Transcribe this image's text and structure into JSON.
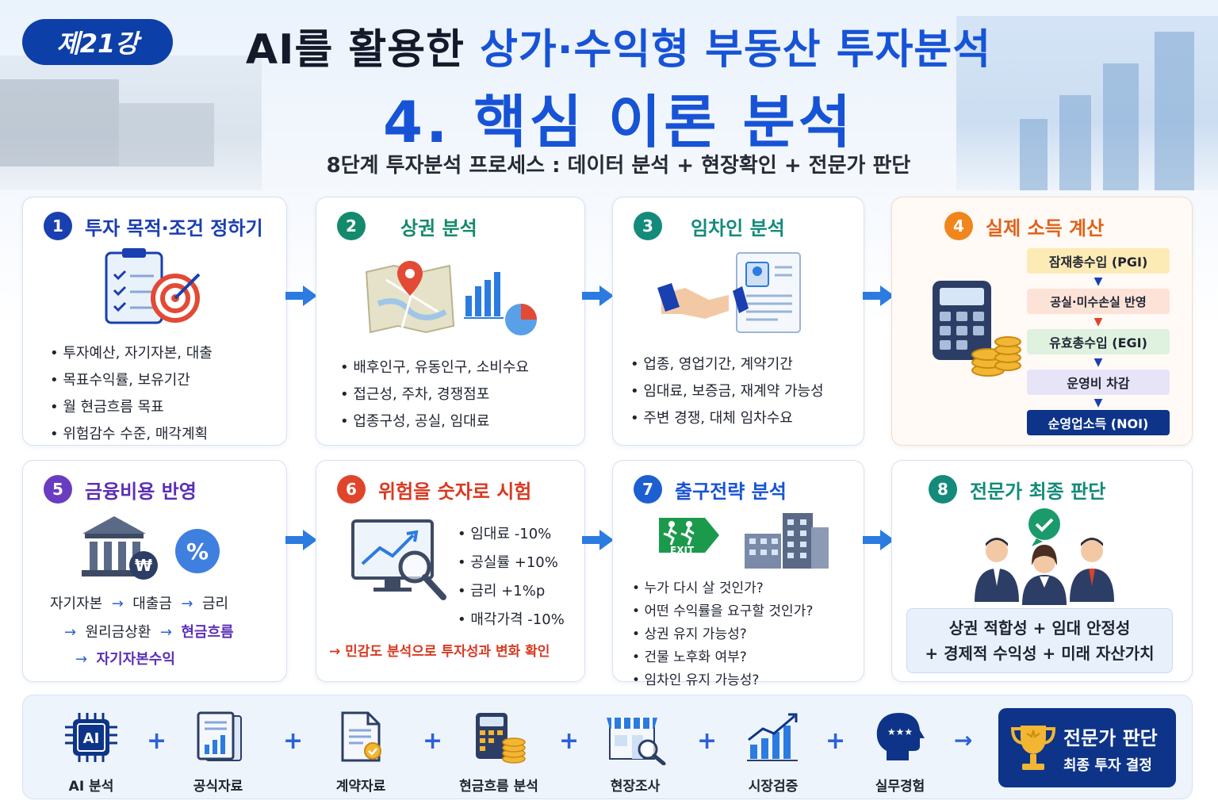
{
  "header": {
    "badge": "제21강",
    "title_part1": "AI를 활용한 ",
    "title_part2": "상가·수익형 부동산 투자분석",
    "title_main": "4. 핵심 이론 분석",
    "subtitle": "8단계 투자분석 프로세스 : 데이터 분석 + 현장확인 + 전문가 판단"
  },
  "colors": {
    "brand_blue": "#1753d6",
    "navy": "#0d3fa8",
    "step1": "#1a3fb0",
    "step2": "#138a6b",
    "step3": "#138a7a",
    "step4": "#f0861c",
    "step5": "#6a3cc0",
    "step6": "#e0452c",
    "step7": "#1c5fd0",
    "step8": "#138a7a"
  },
  "steps": [
    {
      "num": "1",
      "title": "투자 목적·조건 정하기",
      "icon": "clipboard-target-icon",
      "bullets": [
        "투자예산, 자기자본, 대출",
        "목표수익률, 보유기간",
        "월 현금흐름 목표",
        "위험감수 수준, 매각계획"
      ]
    },
    {
      "num": "2",
      "title": "상권 분석",
      "icon": "map-chart-icon",
      "bullets": [
        "배후인구, 유동인구, 소비수요",
        "접근성, 주차, 경쟁점포",
        "업종구성, 공실, 임대료"
      ]
    },
    {
      "num": "3",
      "title": "임차인 분석",
      "icon": "handshake-document-icon",
      "bullets": [
        "업종, 영업기간, 계약기간",
        "임대료, 보증금, 재계약 가능성",
        "주변 경쟁, 대체 임차수요"
      ]
    },
    {
      "num": "4",
      "title": "실제 소득 계산",
      "icon": "calculator-coins-icon",
      "flow": [
        "잠재총수입 (PGI)",
        "공실·미수손실 반영",
        "유효총수입 (EGI)",
        "운영비 차감",
        "순영업소득 (NOI)"
      ]
    },
    {
      "num": "5",
      "title": "금융비용 반영",
      "icon": "bank-percent-icon",
      "line1_a": "자기자본",
      "line1_b": "대출금",
      "line1_c": "금리",
      "line2_a": "원리금상환",
      "line2_b": "현금흐름",
      "line3_a": "자기자본수익",
      "arrow": "→"
    },
    {
      "num": "6",
      "title": "위험을 숫자로 시험",
      "icon": "monitor-magnifier-icon",
      "bullets": [
        "임대료 -10%",
        "공실률 +10%",
        "금리 +1%p",
        "매각가격 -10%"
      ],
      "note": "→ 민감도 분석으로 투자성과 변화 확인"
    },
    {
      "num": "7",
      "title": "출구전략 분석",
      "icon": "exit-sign-building-icon",
      "exit_label": "EXIT",
      "bullets": [
        "누가 다시 살 것인가?",
        "어떤 수익률을 요구할 것인가?",
        "상권 유지 가능성?",
        "건물 노후화 여부?",
        "임차인 유지 가능성?"
      ]
    },
    {
      "num": "8",
      "title": "전문가 최종 판단",
      "icon": "experts-check-icon",
      "summary_line1": "상권 적합성 + 임대 안정성",
      "summary_line2": "+ 경제적 수익성 + 미래 자산가치"
    }
  ],
  "footer": {
    "items": [
      {
        "label": "AI 분석",
        "icon": "ai-chip-icon"
      },
      {
        "label": "공식자료",
        "icon": "report-chart-icon"
      },
      {
        "label": "계약자료",
        "icon": "contract-document-icon"
      },
      {
        "label": "현금흐름 분석",
        "icon": "calculator-coins-icon"
      },
      {
        "label": "현장조사",
        "icon": "store-magnifier-icon"
      },
      {
        "label": "시장검증",
        "icon": "growth-chart-icon"
      },
      {
        "label": "실무경험",
        "icon": "head-stars-icon"
      }
    ],
    "plus": "+",
    "arrow": "→",
    "final_title": "전문가 판단",
    "final_sub": "최종 투자 결정",
    "final_icon": "trophy-icon"
  }
}
